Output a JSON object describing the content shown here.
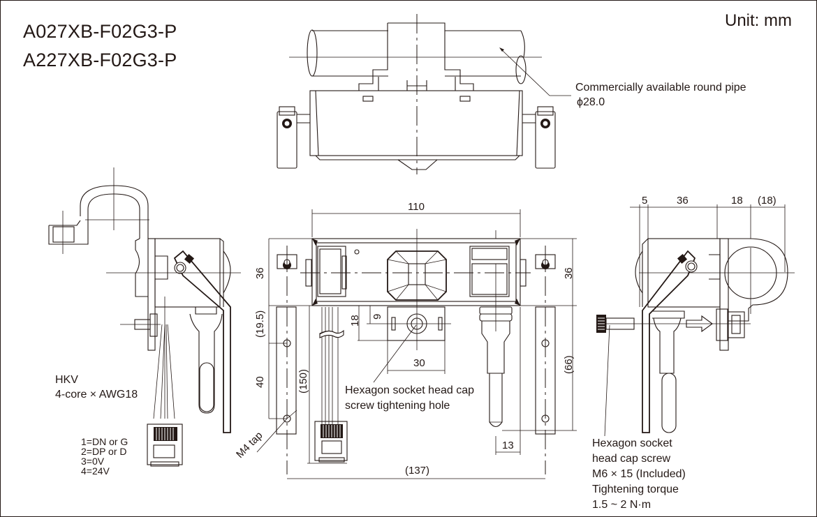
{
  "header": {
    "model_1": "A027XB-F02G3-P",
    "model_2": "A227XB-F02G3-P",
    "unit_label": "Unit: mm"
  },
  "annotations": {
    "pipe_note_line1": "Commercially available round pipe",
    "pipe_note_line2": "ϕ28.0",
    "cable_type": "HKV",
    "cable_spec": "4-core × AWG18",
    "pinout": [
      "1=DN or G",
      "2=DP or D",
      "3=0V",
      "4=24V"
    ],
    "tap_label": "M4 tap",
    "hole_note_line1": "Hexagon socket head cap",
    "hole_note_line2": "screw tightening hole",
    "screw_note": [
      "Hexagon socket",
      "head cap screw",
      "M6 × 15 (Included)",
      "Tightening torque",
      "1.5 ~ 2 N·m"
    ]
  },
  "dimensions": {
    "front_width": "110",
    "front_height_left": "36",
    "front_height_right": "36",
    "bracket_offset": "(19.5)",
    "hole_pitch": "40",
    "cable_length": "(150)",
    "mount_depth_18": "18",
    "mount_depth_9": "9",
    "mount_width": "30",
    "total_height_right": "(66)",
    "plug_offset": "13",
    "overall_width": "(137)",
    "side_5": "5",
    "side_36": "36",
    "side_18": "18",
    "side_18_paren": "(18)"
  }
}
